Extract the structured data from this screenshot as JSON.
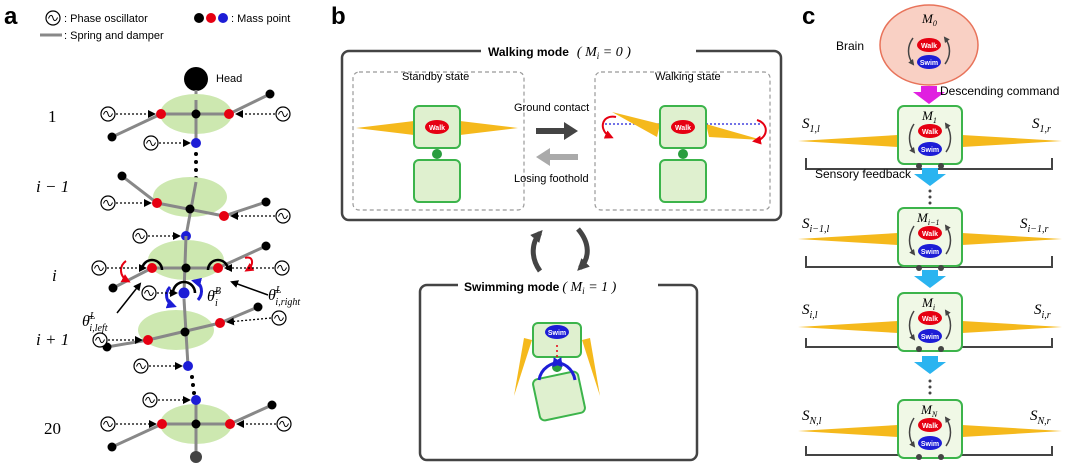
{
  "panels": {
    "a": "a",
    "b": "b",
    "c": "c"
  },
  "panel_a": {
    "legend": {
      "phase_oscillator": ": Phase oscillator",
      "mass_point": ": Mass point",
      "spring_damper": ": Spring and damper"
    },
    "head_label": "Head",
    "row_labels": [
      "1",
      "i − 1",
      "i",
      "i + 1",
      "20"
    ],
    "theta_left": {
      "main": "θ̄",
      "sup": "L",
      "sub": "i,left"
    },
    "theta_body": {
      "main": "θ̄",
      "sup": "B",
      "sub": "i"
    },
    "theta_right": {
      "main": "θ̄",
      "sup": "L",
      "sub": "i,right"
    }
  },
  "panel_b": {
    "walking_mode_title": "Walking mode",
    "walking_mode_eq": "( M",
    "walking_mode_sub": "i",
    "walking_mode_val": " = 0 )",
    "standby_label": "Standby state",
    "walking_state_label": "Walking state",
    "ground_contact": "Ground contact",
    "losing_foothold": "Losing foothold",
    "swimming_mode_title": "Swimming mode",
    "swimming_mode_eq": "( M",
    "swimming_mode_sub": "i",
    "swimming_mode_val": " = 1 )",
    "walk_label": "Walk",
    "swim_label": "Swim"
  },
  "panel_c": {
    "brain_label": "Brain",
    "brain_module": {
      "main": "M",
      "sub": "0"
    },
    "descending_command": "Descending command",
    "sensory_feedback": "Sensory feedback",
    "walk_label": "Walk",
    "swim_label": "Swim",
    "rows": [
      {
        "m": "M",
        "m_sub": "1",
        "sl": "S",
        "sl_sub": "1,l",
        "sr": "S",
        "sr_sub": "1,r"
      },
      {
        "m": "M",
        "m_sub": "i−1",
        "sl": "S",
        "sl_sub": "i−1,l",
        "sr": "S",
        "sr_sub": "i−1,r"
      },
      {
        "m": "M",
        "m_sub": "i",
        "sl": "S",
        "sl_sub": "i,l",
        "sr": "S",
        "sr_sub": "i,r"
      },
      {
        "m": "M",
        "m_sub": "N",
        "sl": "S",
        "sl_sub": "N,l",
        "sr": "S",
        "sr_sub": "N,r"
      }
    ]
  },
  "colors": {
    "green_box": "#3cb44b",
    "body_fill": "#dff0cf",
    "blob_fill": "#cde8b0",
    "leg_fill": "#f5b91c",
    "walk_red": "#e60012",
    "swim_blue": "#1d1dd6",
    "brain_fill": "#f9d0c4",
    "brain_stroke": "#e8735a",
    "cmd_magenta": "#e020e0",
    "feedback_cyan": "#2ab4f0",
    "dark_arrow": "#444444",
    "grey_arrow": "#aaaaaa"
  }
}
